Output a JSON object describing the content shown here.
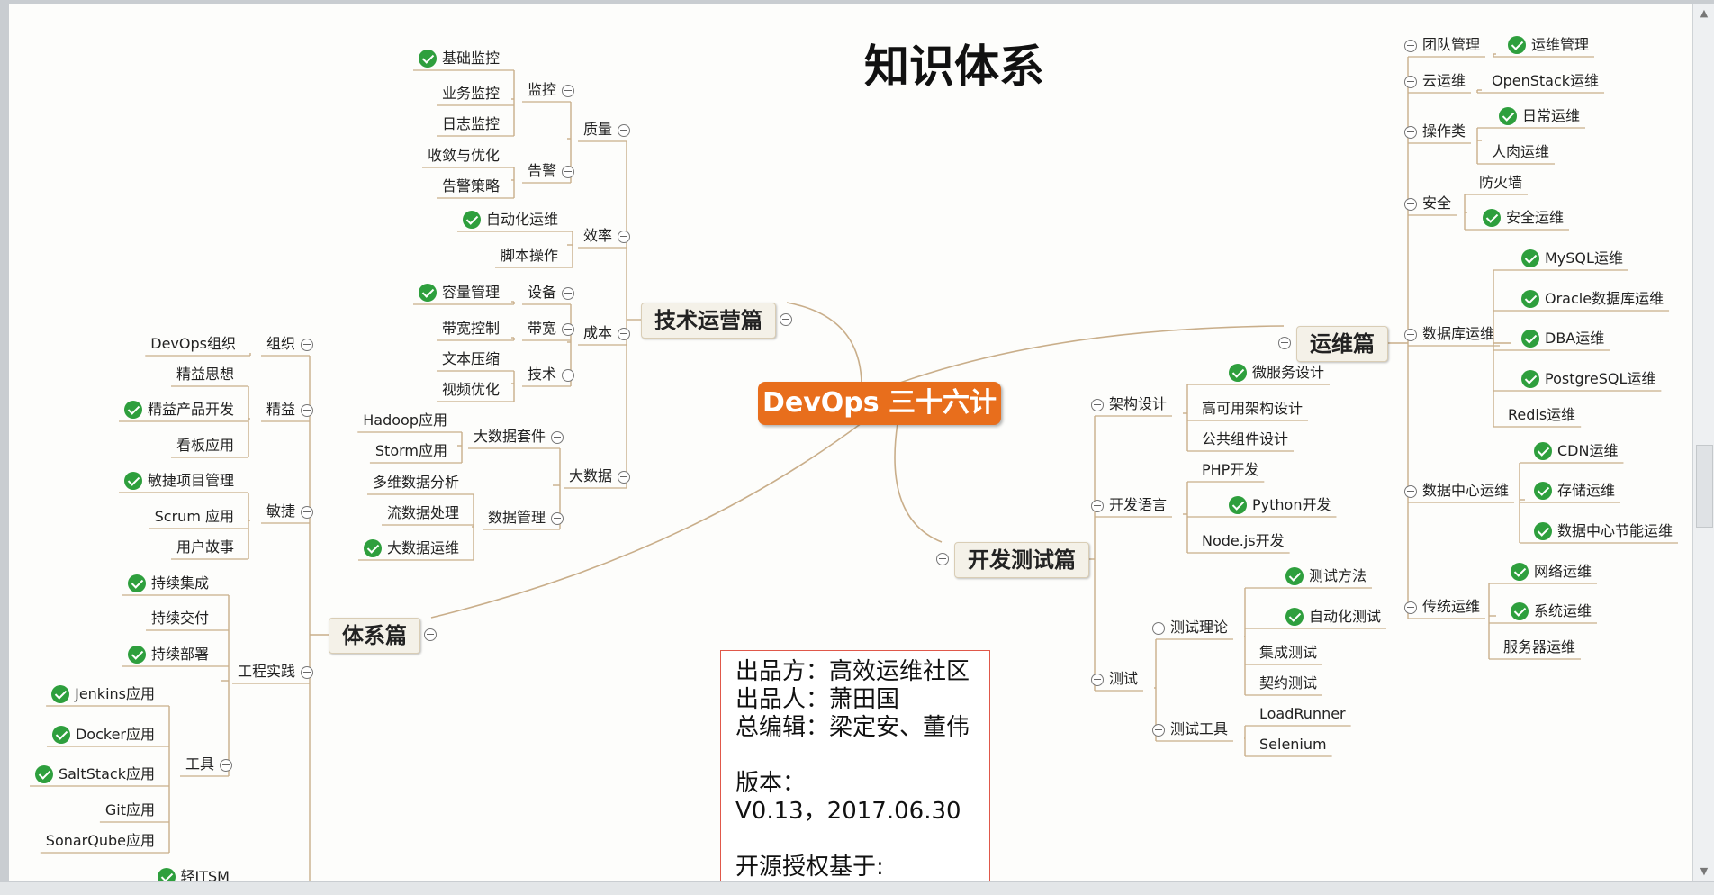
{
  "title": "知识体系",
  "center": "DevOps 三十六计",
  "info": {
    "lines": [
      "出品方：高效运维社区",
      "出品人：萧田国",
      "总编辑：梁定安、董伟"
    ],
    "version_label": "版本：",
    "version": "V0.13，2017.06.30",
    "license": "开源授权基于:"
  },
  "branches": [
    {
      "key": "tech",
      "label": "技术运营篇",
      "children": [
        {
          "key": "quality",
          "label": "质量",
          "children": [
            {
              "key": "monitor",
              "label": "监控",
              "children": [
                {
                  "key": "basic-monitor",
                  "label": "基础监控",
                  "checked": true
                },
                {
                  "key": "business-monitor",
                  "label": "业务监控"
                },
                {
                  "key": "log-monitor",
                  "label": "日志监控"
                }
              ]
            },
            {
              "key": "alert",
              "label": "告警",
              "children": [
                {
                  "key": "alert-converge",
                  "label": "收敛与优化"
                },
                {
                  "key": "alert-policy",
                  "label": "告警策略"
                }
              ]
            }
          ]
        },
        {
          "key": "efficiency",
          "label": "效率",
          "children": [
            {
              "key": "auto-ops",
              "label": "自动化运维",
              "checked": true
            },
            {
              "key": "script-ops",
              "label": "脚本操作"
            }
          ]
        },
        {
          "key": "cost",
          "label": "成本",
          "children": [
            {
              "key": "device",
              "label": "设备",
              "children": [
                {
                  "key": "capacity",
                  "label": "容量管理",
                  "checked": true
                }
              ]
            },
            {
              "key": "bandwidth",
              "label": "带宽",
              "children": [
                {
                  "key": "bw-control",
                  "label": "带宽控制"
                }
              ]
            },
            {
              "key": "technique",
              "label": "技术",
              "children": [
                {
                  "key": "text-compress",
                  "label": "文本压缩"
                },
                {
                  "key": "video-opt",
                  "label": "视频优化"
                }
              ]
            }
          ]
        },
        {
          "key": "bigdata",
          "label": "大数据",
          "children": [
            {
              "key": "bigdata-suite",
              "label": "大数据套件",
              "children": [
                {
                  "key": "hadoop",
                  "label": "Hadoop应用"
                },
                {
                  "key": "storm",
                  "label": "Storm应用"
                }
              ]
            },
            {
              "key": "data-mgmt",
              "label": "数据管理",
              "children": [
                {
                  "key": "multi-dim",
                  "label": "多维数据分析"
                },
                {
                  "key": "stream",
                  "label": "流数据处理"
                },
                {
                  "key": "bigdata-ops",
                  "label": "大数据运维",
                  "checked": true
                }
              ]
            }
          ]
        }
      ]
    },
    {
      "key": "system",
      "label": "体系篇",
      "children": [
        {
          "key": "org",
          "label": "组织",
          "children": [
            {
              "key": "devops-org",
              "label": "DevOps组织"
            }
          ]
        },
        {
          "key": "lean",
          "label": "精益",
          "children": [
            {
              "key": "lean-thinking",
              "label": "精益思想"
            },
            {
              "key": "lean-product",
              "label": "精益产品开发",
              "checked": true
            },
            {
              "key": "kanban",
              "label": "看板应用"
            }
          ]
        },
        {
          "key": "agile",
          "label": "敏捷",
          "children": [
            {
              "key": "agile-pm",
              "label": "敏捷项目管理",
              "checked": true
            },
            {
              "key": "scrum",
              "label": "Scrum 应用"
            },
            {
              "key": "user-story",
              "label": "用户故事"
            }
          ]
        },
        {
          "key": "practice",
          "label": "工程实践",
          "children": [
            {
              "key": "ci",
              "label": "持续集成",
              "checked": true
            },
            {
              "key": "cdelivery",
              "label": "持续交付"
            },
            {
              "key": "cdeploy",
              "label": "持续部署",
              "checked": true
            },
            {
              "key": "tools",
              "label": "工具",
              "children": [
                {
                  "key": "jenkins",
                  "label": "Jenkins应用",
                  "checked": true
                },
                {
                  "key": "docker",
                  "label": "Docker应用",
                  "checked": true
                },
                {
                  "key": "saltstack",
                  "label": "SaltStack应用",
                  "checked": true
                },
                {
                  "key": "git",
                  "label": "Git应用"
                },
                {
                  "key": "sonarqube",
                  "label": "SonarQube应用"
                }
              ]
            }
          ]
        },
        {
          "key": "itsm",
          "label": "轻ITSM",
          "checked": true
        }
      ]
    },
    {
      "key": "ops",
      "label": "运维篇",
      "children": [
        {
          "key": "team",
          "label": "团队管理",
          "children": [
            {
              "key": "ops-mgmt",
              "label": "运维管理",
              "checked": true
            }
          ]
        },
        {
          "key": "cloud",
          "label": "云运维",
          "children": [
            {
              "key": "openstack",
              "label": "OpenStack运维"
            }
          ]
        },
        {
          "key": "operation",
          "label": "操作类",
          "children": [
            {
              "key": "daily-ops",
              "label": "日常运维",
              "checked": true
            },
            {
              "key": "manual-ops",
              "label": "人肉运维"
            }
          ]
        },
        {
          "key": "security",
          "label": "安全",
          "children": [
            {
              "key": "firewall",
              "label": "防火墙"
            },
            {
              "key": "sec-ops",
              "label": "安全运维",
              "checked": true
            }
          ]
        },
        {
          "key": "db-ops",
          "label": "数据库运维",
          "children": [
            {
              "key": "mysql",
              "label": "MySQL运维",
              "checked": true
            },
            {
              "key": "oracle",
              "label": "Oracle数据库运维",
              "checked": true
            },
            {
              "key": "dba",
              "label": "DBA运维",
              "checked": true
            },
            {
              "key": "postgres",
              "label": "PostgreSQL运维",
              "checked": true
            },
            {
              "key": "redis",
              "label": "Redis运维"
            }
          ]
        },
        {
          "key": "dc-ops",
          "label": "数据中心运维",
          "children": [
            {
              "key": "cdn",
              "label": "CDN运维",
              "checked": true
            },
            {
              "key": "storage",
              "label": "存储运维",
              "checked": true
            },
            {
              "key": "dc-energy",
              "label": "数据中心节能运维",
              "checked": true
            }
          ]
        },
        {
          "key": "legacy-ops",
          "label": "传统运维",
          "children": [
            {
              "key": "net-ops",
              "label": "网络运维",
              "checked": true
            },
            {
              "key": "sys-ops",
              "label": "系统运维",
              "checked": true
            },
            {
              "key": "server-ops",
              "label": "服务器运维"
            }
          ]
        }
      ]
    },
    {
      "key": "devtest",
      "label": "开发测试篇",
      "children": [
        {
          "key": "arch",
          "label": "架构设计",
          "children": [
            {
              "key": "microservice",
              "label": "微服务设计",
              "checked": true
            },
            {
              "key": "ha-arch",
              "label": "高可用架构设计"
            },
            {
              "key": "common-comp",
              "label": "公共组件设计"
            }
          ]
        },
        {
          "key": "lang",
          "label": "开发语言",
          "children": [
            {
              "key": "php",
              "label": "PHP开发"
            },
            {
              "key": "python",
              "label": "Python开发",
              "checked": true
            },
            {
              "key": "nodejs",
              "label": "Node.js开发"
            }
          ]
        },
        {
          "key": "test",
          "label": "测试",
          "children": [
            {
              "key": "test-theory",
              "label": "测试理论",
              "children": [
                {
                  "key": "test-method",
                  "label": "测试方法",
                  "checked": true
                },
                {
                  "key": "auto-test",
                  "label": "自动化测试",
                  "checked": true
                },
                {
                  "key": "integ-test",
                  "label": "集成测试"
                },
                {
                  "key": "contract-test",
                  "label": "契约测试"
                }
              ]
            },
            {
              "key": "test-tools",
              "label": "测试工具",
              "children": [
                {
                  "key": "loadrunner",
                  "label": "LoadRunner"
                },
                {
                  "key": "selenium",
                  "label": "Selenium"
                }
              ]
            }
          ]
        }
      ]
    }
  ]
}
